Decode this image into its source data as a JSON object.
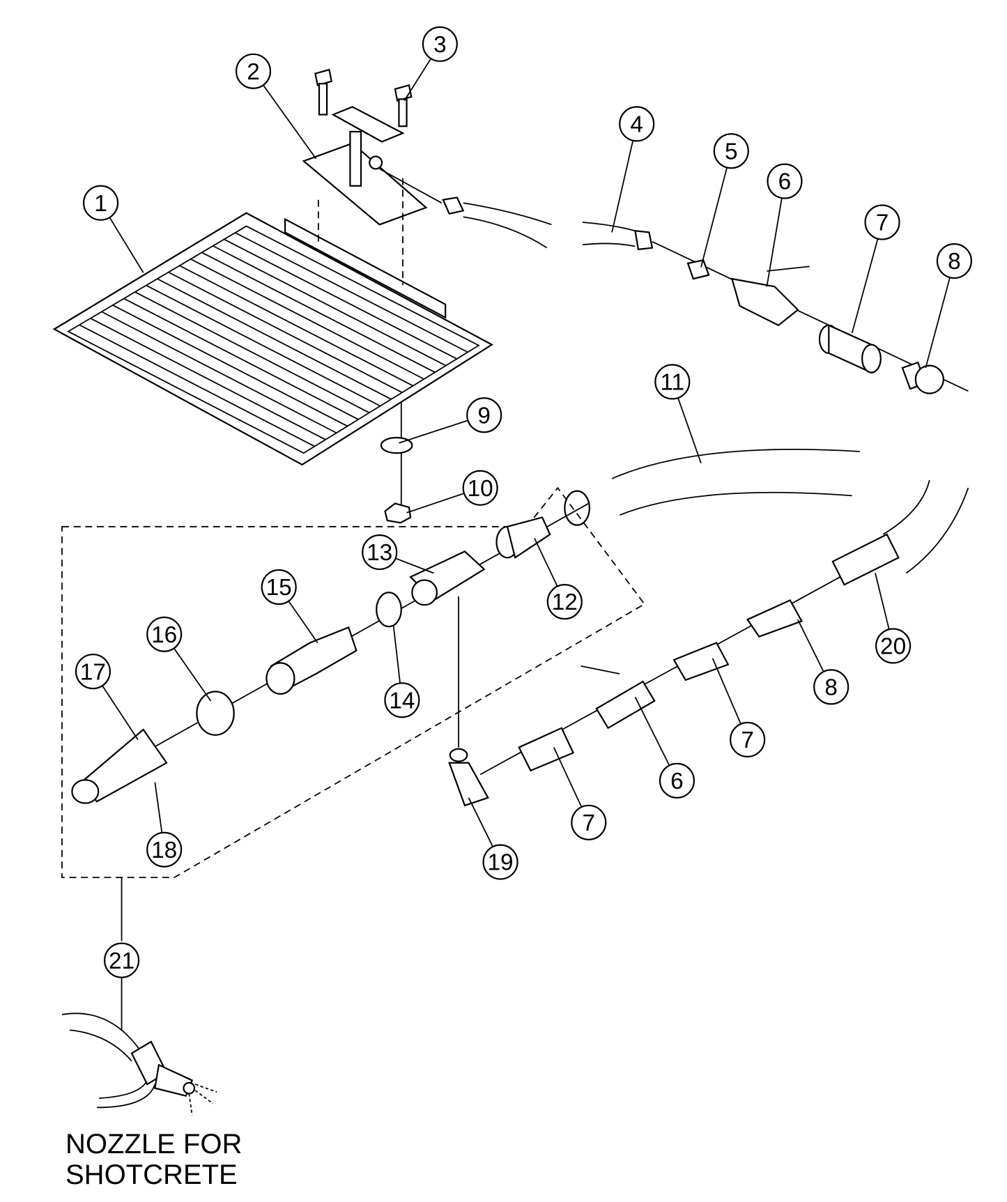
{
  "callouts": {
    "c1": "1",
    "c2": "2",
    "c3": "3",
    "c4": "4",
    "c5": "5",
    "c6": "6",
    "c7": "7",
    "c8": "8",
    "c9": "9",
    "c10": "10",
    "c11": "11",
    "c12": "12",
    "c13": "13",
    "c14": "14",
    "c15": "15",
    "c16": "16",
    "c17": "17",
    "c18": "18",
    "c19": "19",
    "c20": "20",
    "c21": "21",
    "c8b": "8",
    "c7b": "7",
    "c6b": "6",
    "c7c": "7"
  },
  "caption": {
    "line1": "NOZZLE FOR",
    "line2": "SHOTCRETE"
  },
  "colors": {
    "ink": "#000000",
    "background": "#ffffff"
  }
}
